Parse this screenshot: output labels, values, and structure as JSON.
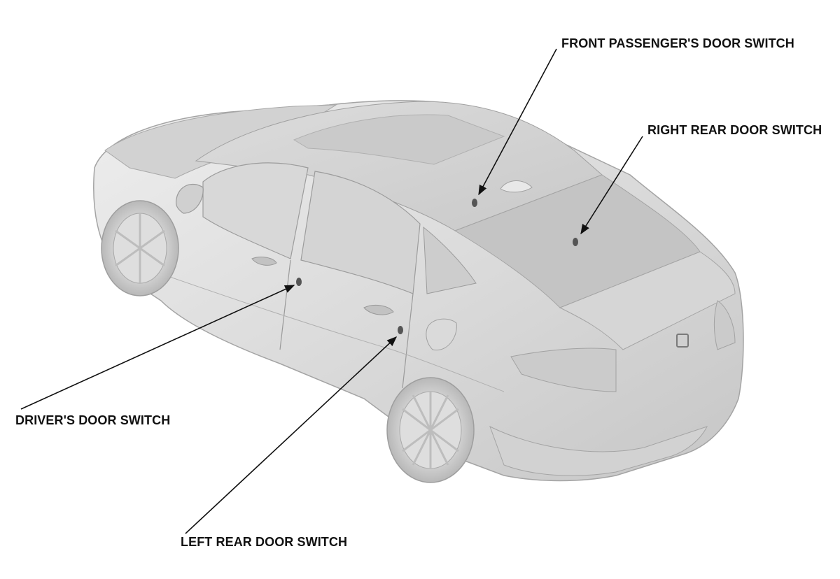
{
  "callouts": {
    "front_passenger": "FRONT PASSENGER'S DOOR SWITCH",
    "right_rear": "RIGHT REAR DOOR SWITCH",
    "driver": "DRIVER'S DOOR SWITCH",
    "left_rear": "LEFT REAR DOOR SWITCH"
  },
  "colors": {
    "background": "#ffffff",
    "body_light": "#e6e6e6",
    "body_mid": "#cfcfcf",
    "body_dark": "#b7b7b7",
    "outline": "#9a9a9a",
    "leader": "#111111"
  }
}
